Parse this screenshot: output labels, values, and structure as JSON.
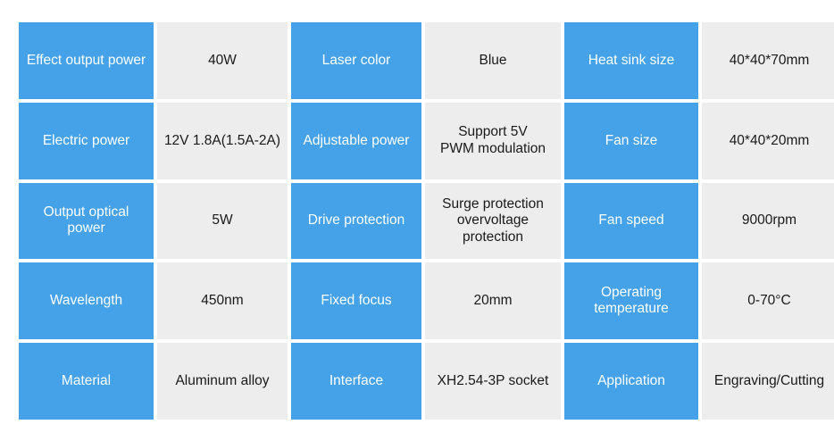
{
  "theme": {
    "label_bg": "#45a2e8",
    "label_text": "#ffffff",
    "value_bg": "#ededed",
    "value_text": "#1a1a1a",
    "page_bg": "#ffffff"
  },
  "spec_table": {
    "columns": 6,
    "rows": 5,
    "cells": [
      {
        "label": "Effect output power",
        "value": "40W"
      },
      {
        "label": "Laser color",
        "value": "Blue"
      },
      {
        "label": "Heat sink size",
        "value": "40*40*70mm"
      },
      {
        "label": "Electric power",
        "value": "12V 1.8A(1.5A-2A)"
      },
      {
        "label": "Adjustable power",
        "value": "Support 5V\nPWM modulation"
      },
      {
        "label": "Fan size",
        "value": "40*40*20mm"
      },
      {
        "label": "Output optical power",
        "value": "5W"
      },
      {
        "label": "Drive protection",
        "value": "Surge protection\novervoltage protection"
      },
      {
        "label": "Fan speed",
        "value": "9000rpm"
      },
      {
        "label": "Wavelength",
        "value": "450nm"
      },
      {
        "label": "Fixed focus",
        "value": "20mm"
      },
      {
        "label": "Operating temperature",
        "value": "0-70°C"
      },
      {
        "label": "Material",
        "value": "Aluminum alloy"
      },
      {
        "label": "Interface",
        "value": "XH2.54-3P socket"
      },
      {
        "label": "Application",
        "value": "Engraving/Cutting"
      }
    ]
  }
}
